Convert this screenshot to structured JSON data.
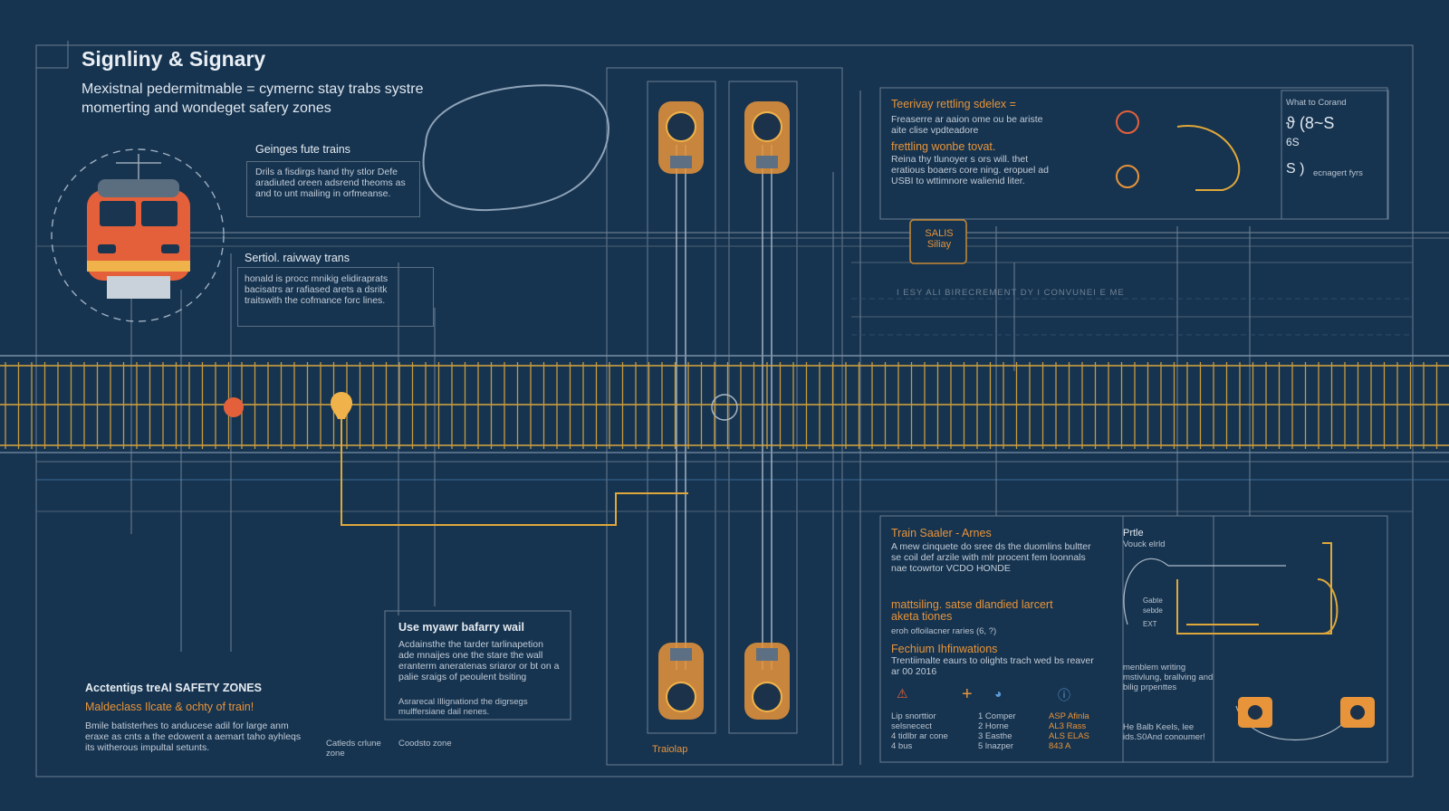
{
  "title": "Signliny & Signary",
  "subtitle": "Mexistnal pedermitmable = cymernc stay trabs systre momerting and wondeget safery zones",
  "left_panel": {
    "heading1": "Geinges fute trains",
    "body1": "Drils a fisdirgs hand thy stlor Defe aradiuted oreen adsrend theoms as and to unt mailing in orfmeanse.",
    "heading2": "Sertiol. raivway trans",
    "body2": "honald is procc mnikig elidiraprats bacisatrs ar rafiased arets a dsritk traitswith the cofmance forc lines.",
    "heading3": "Acctentigs treAl SAFETY ZONES",
    "heading4": "Maldeclass Ilcate & ochty of train!",
    "body4": "Bmile batisterhes to anducese adil for large anm eraxe as cnts a the edowent a aemart taho ayhleqs its witherous impultal setunts.",
    "foot1": "Catleds crlune zone",
    "foot2": "Coodsto zone"
  },
  "center_panel": {
    "heading": "Use myawr bafarry wail",
    "body": "Acdainsthe the tarder tarlinapetion ade mnaijes one the stare the wall eranterm aneratenas sriaror or bt on a palie sraigs of peoulent bsiting",
    "body2": "Asrarecal Illignationd the digrsegs mulffersiane dail nenes.",
    "bottom_label": "Traiolap"
  },
  "top_right_panel": {
    "heading1": "Teerivay rettling sdelex =",
    "body1": "Freaserre ar aaion ome ou be ariste aite clise vpdteadore",
    "heading2": "frettling wonbe tovat.",
    "body2": "Reina thy tlunoyer s ors will. thet eratious boaers core ning. eropuel ad USBI to wttimnore walienid liter.",
    "signal_box_label": "SALIS Siliay",
    "panel_label": "What to Corand",
    "glyphs": "ϑ (8~S",
    "glyph2": "6S",
    "glyph3": "S )",
    "side_note": "ecnagert fyrs",
    "dashed_caption": "I ESY ALI BIRECREMENT DY I CONVUNEI E ME"
  },
  "bottom_right_panel": {
    "heading1": "Train Saaler - Arnes",
    "body1": "A mew cinquete do sree ds the duomlins bultter se coil def arzile with mlr procent fem loonnals nae tcowrtor VCDO HONDE",
    "heading2": "mattsiling. satse dlandied larcert aketa tiones",
    "note2": "eroh ofloilacner raries (6, ?)",
    "heading3": "Fechium Ihfinwations",
    "body3": "Trentiimalte eaurs to olights trach wed bs reaver ar 00 2016",
    "list_left": [
      "Lip snorttior",
      "selsnecect",
      "4 tidlbr ar cone",
      "4 bus"
    ],
    "list_mid": [
      "1 Comper",
      "2 Horne",
      "3 Easthe",
      "5 lnazper"
    ],
    "list_right": [
      "ASP Afinla",
      "AL3 Rass",
      "ALS ELAS",
      "843 A"
    ],
    "side_title": "Prtle",
    "side_sub": "Vouck elrld",
    "side_note1": "menblem writing mstivlung, brallving and bilig prpenttes",
    "side_note2": "He Balb Keels, lee ids.S0And conoumer!",
    "tiny1": "Gabte sebde",
    "tiny2": "EXT"
  },
  "colors": {
    "background": "#163450",
    "accent_orange": "#e8943a",
    "track_yellow": "#d9a63e",
    "line_grey": "#7a8a9b",
    "locomotive_red": "#e4603a"
  },
  "icons": [
    "locomotive-icon",
    "signal-lamp-icon",
    "warning-icon",
    "plus-icon",
    "info-icon",
    "gauge-icon"
  ]
}
